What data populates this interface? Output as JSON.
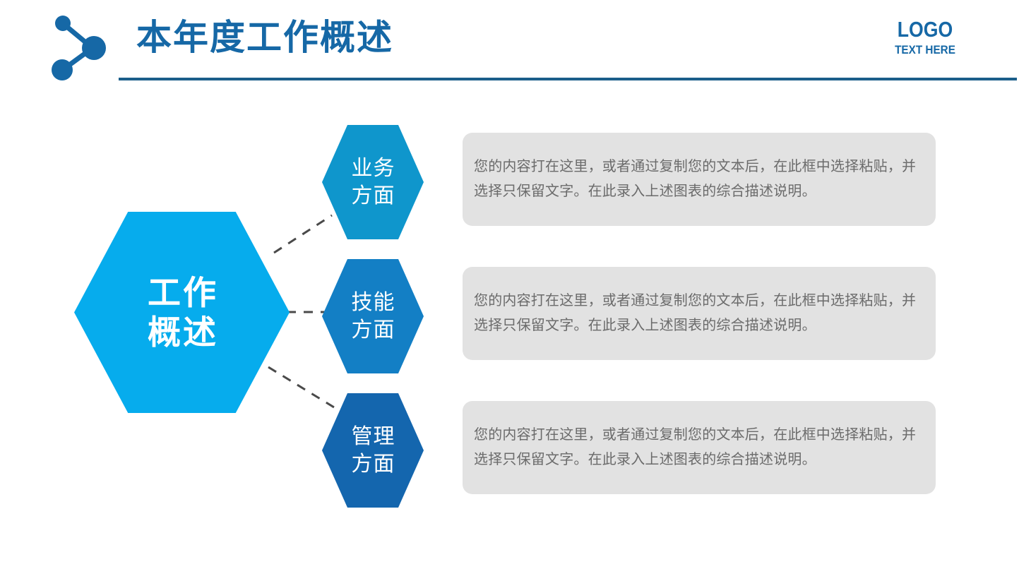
{
  "header": {
    "title": "本年度工作概述",
    "share_icon": "share-network-icon",
    "logo": {
      "main": "LOGO",
      "sub": "TEXT HERE"
    },
    "rule_color": "#1b5e8a",
    "title_color": "#1668a6"
  },
  "diagram": {
    "center": {
      "line1": "工作",
      "line2": "概述",
      "color": "#06ACED"
    },
    "nodes": [
      {
        "line1": "业务",
        "line2": "方面",
        "color": "#0F96CC",
        "body": "您的内容打在这里，或者通过复制您的文本后，在此框中选择粘贴，并选择只保留文字。在此录入上述图表的综合描述说明。"
      },
      {
        "line1": "技能",
        "line2": "方面",
        "color": "#137FC5",
        "body": "您的内容打在这里，或者通过复制您的文本后，在此框中选择粘贴，并选择只保留文字。在此录入上述图表的综合描述说明。"
      },
      {
        "line1": "管理",
        "line2": "方面",
        "color": "#1466AE",
        "body": "您的内容打在这里，或者通过复制您的文本后，在此框中选择粘贴，并选择只保留文字。在此录入上述图表的综合描述说明。"
      }
    ],
    "panel_color": "#E2E2E2",
    "panel_text_color": "#6b6b6b",
    "connector_style": "dashed",
    "connector_color": "#4a4a4a"
  }
}
